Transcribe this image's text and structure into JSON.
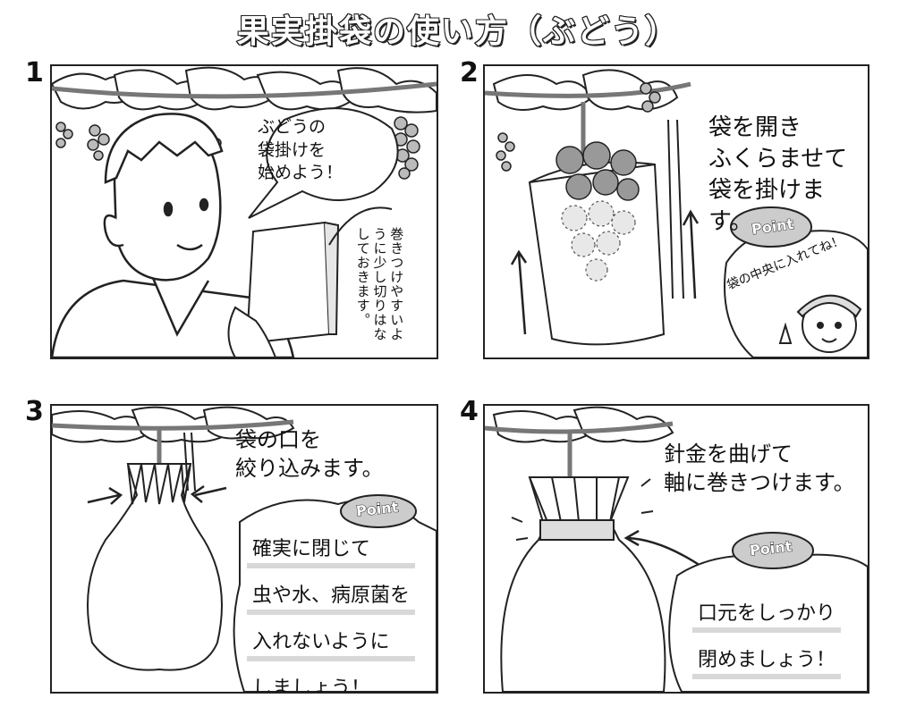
{
  "title": "果実掛袋の使い方（ぶどう）",
  "panels": [
    {
      "number": "1",
      "bubble": "ぶどうの\n袋掛けを\n始めよう！",
      "note": "巻きつけやすいように少し切りはなしておきます。"
    },
    {
      "number": "2",
      "text": "袋を開き\nふくらませて\n袋を掛けます。",
      "point_label": "Point",
      "point_text": "袋の中央に入れてね！"
    },
    {
      "number": "3",
      "text": "袋の口を\n絞り込みます。",
      "point_label": "Point",
      "point_lines": [
        "確実に閉じて",
        "虫や水、病原菌を",
        "入れないように",
        "しましょう！"
      ]
    },
    {
      "number": "4",
      "text": "針金を曲げて\n軸に巻きつけます。",
      "point_label": "Point",
      "point_lines": [
        "口元をしっかり",
        "閉めましょう！"
      ]
    }
  ]
}
